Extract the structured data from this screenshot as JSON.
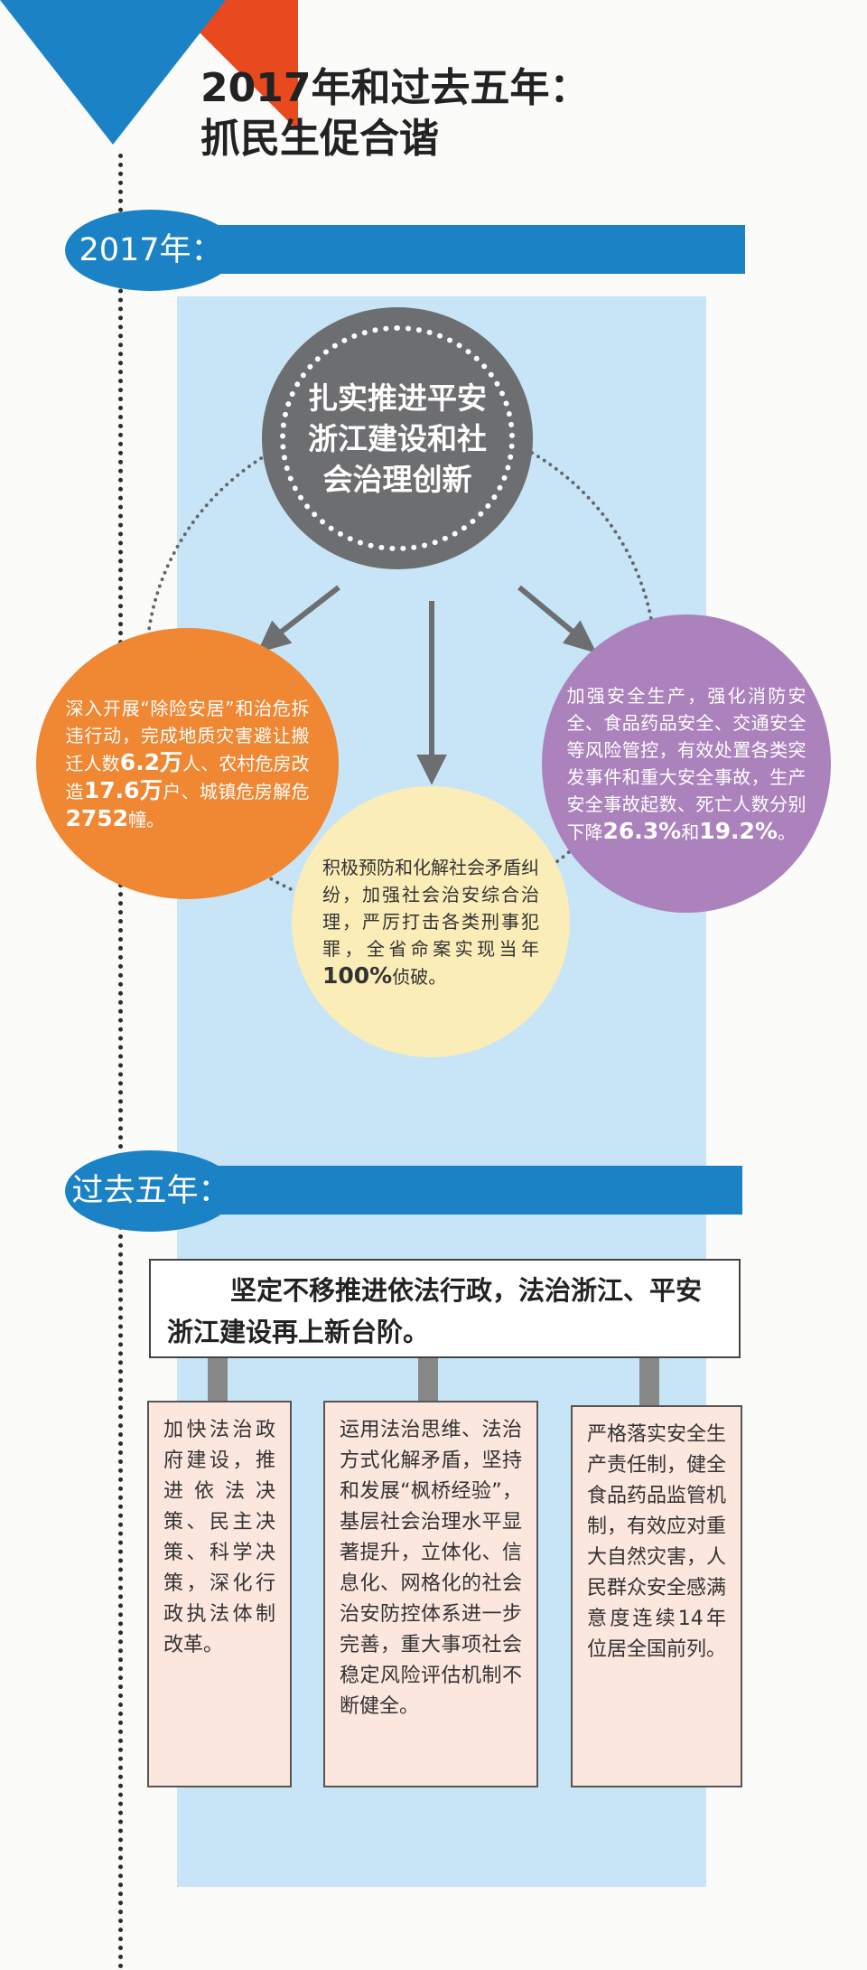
{
  "title": {
    "line1": "2017年和过去五年：",
    "line2": "抓民生促合谐"
  },
  "section_2017": {
    "badge": "2017年：",
    "center": "扎实推进平安浙江建设和社会治理创新",
    "orange": {
      "text_a": "深入开展“除险安居”和治危拆违行动，完成地质灾害避让搬迁人数",
      "num1": "6.2万",
      "text_b": "人、农村危房改造",
      "num2": "17.6万",
      "text_c": "户、城镇危房解危",
      "num3": "2752",
      "text_d": "幢。"
    },
    "yellow": {
      "text_a": "积极预防和化解社会矛盾纠纷，加强社会治安综合治理，严厉打击各类刑事犯罪，全省命案实现当年",
      "num1": "100%",
      "text_b": "侦破。"
    },
    "purple": {
      "text_a": "加强安全生产，强化消防安全、食品药品安全、交通安全等风险管控，有效处置各类突发事件和重大安全事故，生产安全事故起数、死亡人数分别下降",
      "num1": "26.3%",
      "text_b": "和",
      "num2": "19.2%",
      "text_c": "。"
    }
  },
  "section_5years": {
    "badge": "过去五年：",
    "main": "坚定不移推进依法行政，法治浙江、平安浙江建设再上新台阶。",
    "box1": "加快法治政府建设，推进依法决策、民主决策、科学决策，深化行政执法体制改革。",
    "box2": "运用法治思维、法治方式化解矛盾，坚持和发展“枫桥经验”，基层社会治理水平显著提升，立体化、信息化、网格化的社会治安防控体系进一步完善，重大事项社会稳定风险评估机制不断健全。",
    "box3": "严格落实安全生产责任制，健全食品药品监管机制，有效应对重大自然灾害，人民群众安全感满意度连续14年位居全国前列。"
  }
}
